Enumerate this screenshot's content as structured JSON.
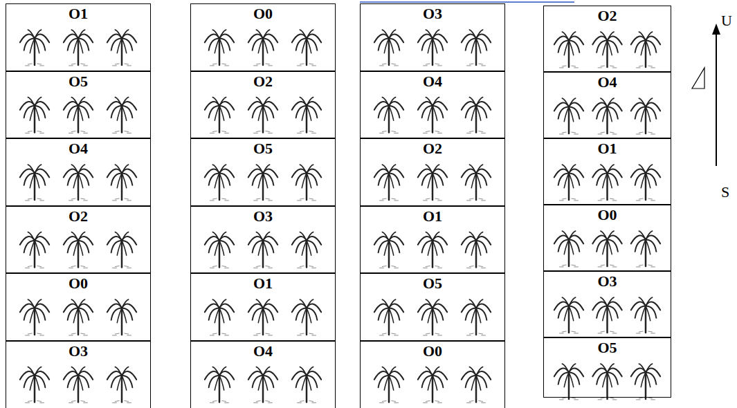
{
  "diagram": {
    "nodes": [
      {
        "text": [
          "O1"
        ]
      },
      {
        "text": [
          "O0"
        ]
      },
      {
        "text": [
          "O3"
        ]
      },
      {
        "text": [
          "O2"
        ]
      },
      {
        "text": [
          "O5"
        ]
      },
      {
        "text": [
          "O2"
        ]
      },
      {
        "text": [
          "O4"
        ]
      },
      {
        "text": [
          "O4"
        ]
      },
      {
        "text": [
          "O4"
        ]
      },
      {
        "text": [
          "O5"
        ]
      },
      {
        "text": [
          "O2"
        ]
      },
      {
        "text": [
          "O1"
        ]
      },
      {
        "text": [
          "O2"
        ]
      },
      {
        "text": [
          "O3"
        ]
      },
      {
        "text": [
          "O1"
        ]
      },
      {
        "text": [
          "O0"
        ]
      },
      {
        "text": [
          "O0"
        ]
      },
      {
        "text": [
          "O1"
        ]
      },
      {
        "text": [
          "O5"
        ]
      },
      {
        "text": [
          "O3"
        ]
      },
      {
        "text": [
          "O3"
        ]
      },
      {
        "text": [
          "O4"
        ]
      },
      {
        "text": [
          "O0"
        ]
      },
      {
        "text": [
          "O5"
        ]
      }
    ],
    "labels": [
      "U",
      "S"
    ]
  }
}
